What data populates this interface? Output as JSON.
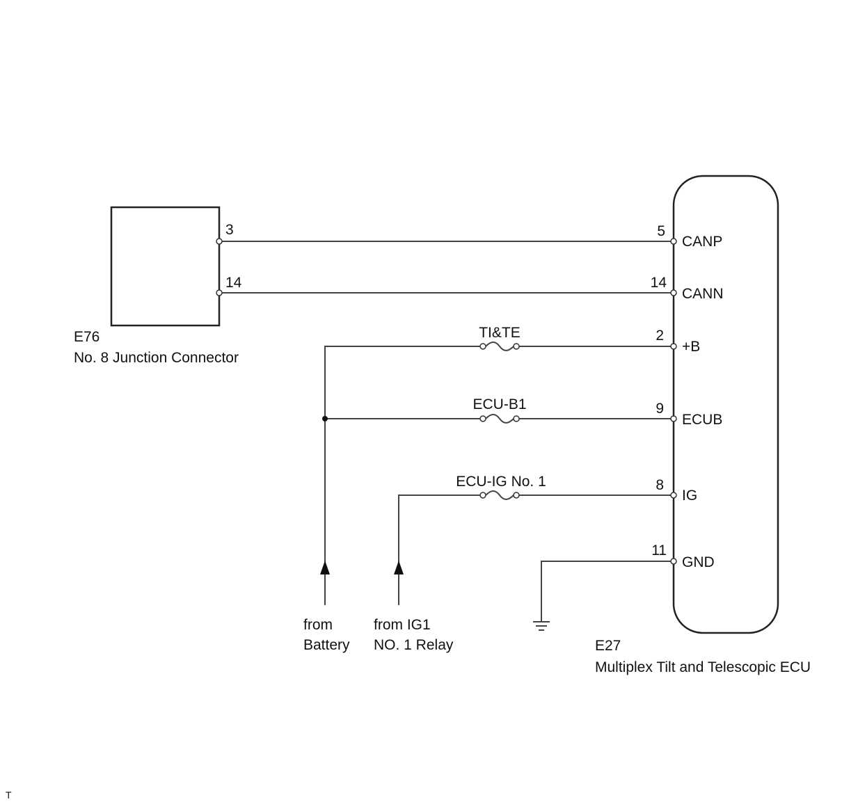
{
  "connector": {
    "code": "E76",
    "name": "No. 8 Junction Connector"
  },
  "ecu": {
    "code": "E27",
    "name": "Multiplex Tilt and Telescopic ECU"
  },
  "junction_pins": [
    {
      "number": "3"
    },
    {
      "number": "14"
    }
  ],
  "ecu_pins": [
    {
      "number": "5",
      "name": "CANP"
    },
    {
      "number": "14",
      "name": "CANN"
    },
    {
      "number": "2",
      "name": "+B"
    },
    {
      "number": "9",
      "name": "ECUB"
    },
    {
      "number": "8",
      "name": "IG"
    },
    {
      "number": "11",
      "name": "GND"
    }
  ],
  "fuses": [
    {
      "label": "TI&TE"
    },
    {
      "label": "ECU-B1"
    },
    {
      "label": "ECU-IG No. 1"
    }
  ],
  "sources": {
    "battery": {
      "line1": "from",
      "line2": "Battery"
    },
    "ig1": {
      "line1": "from IG1",
      "line2": "NO. 1 Relay"
    }
  },
  "footer_mark": "T"
}
